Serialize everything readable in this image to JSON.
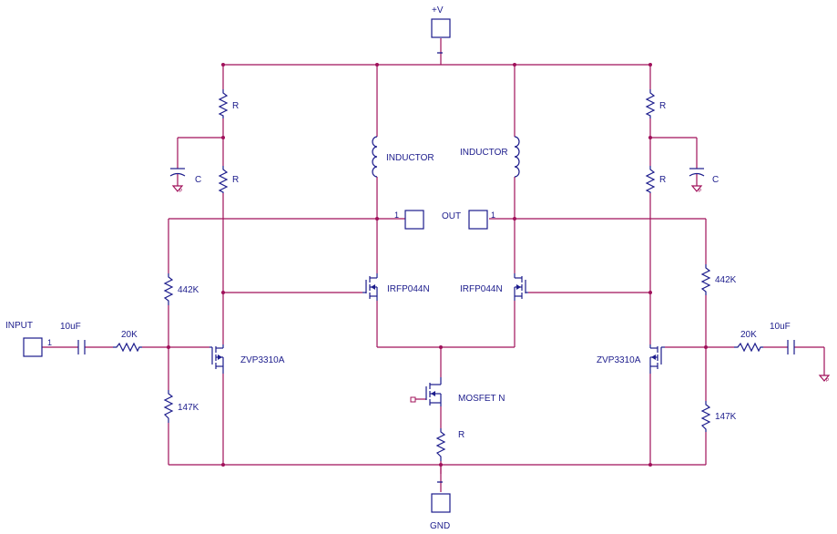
{
  "labels": {
    "vplus": "+V",
    "gnd": "GND",
    "input": "INPUT",
    "out": "OUT",
    "pin_one": "1",
    "r_top_left": "R",
    "r_mid_left": "R",
    "c_left": "C",
    "r_top_right": "R",
    "r_mid_right": "R",
    "c_right": "C",
    "inductor_left": "INDUCTOR",
    "inductor_right": "INDUCTOR",
    "irfp_left": "IRFP044N",
    "irfp_right": "IRFP044N",
    "zvp_left": "ZVP3310A",
    "zvp_right": "ZVP3310A",
    "r442_left": "442K",
    "r442_right": "442K",
    "r147_left": "147K",
    "r147_right": "147K",
    "r20_left": "20K",
    "r20_right": "20K",
    "cap_left": "10uF",
    "cap_right": "10uF",
    "mosfet_n": "MOSFET N",
    "r_source": "R"
  },
  "colors": {
    "wire": "#a0105a",
    "component": "#1c1c8c",
    "background": "#ffffff"
  }
}
